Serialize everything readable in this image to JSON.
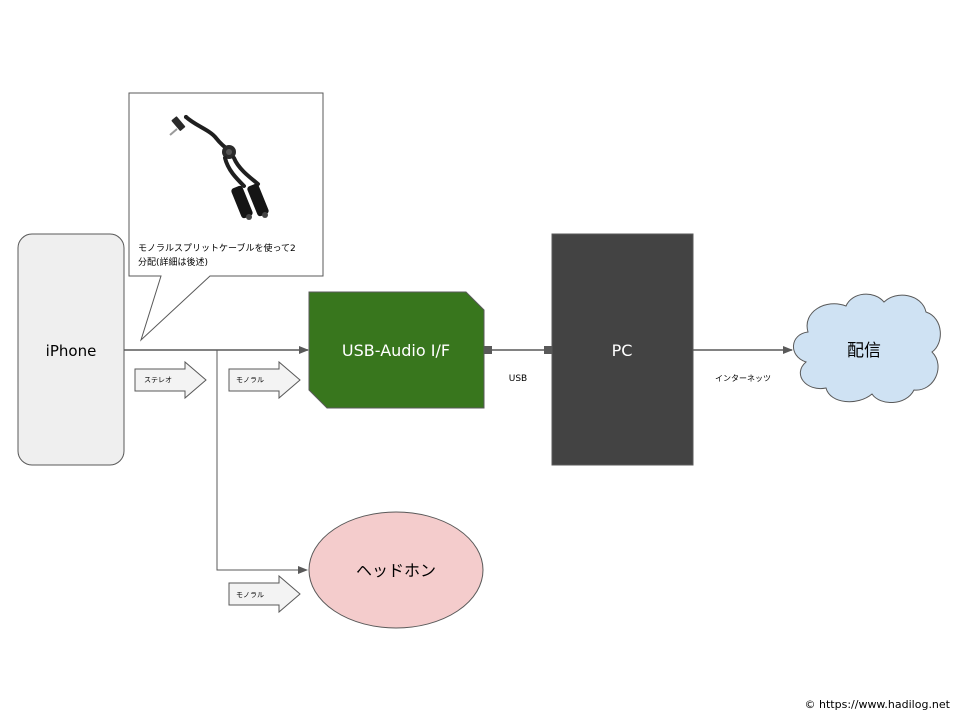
{
  "nodes": {
    "iphone": "iPhone",
    "usb_audio": "USB-Audio I/F",
    "pc": "PC",
    "stream": "配信",
    "headphones": "ヘッドホン"
  },
  "callout": {
    "line1": "モノラルスプリットケーブルを使って2",
    "line2": "分配(詳細は後述)",
    "image_alt": "splitter-cable"
  },
  "signal_labels": {
    "stereo": "ステレオ",
    "mono_top": "モノラル",
    "mono_bottom": "モノラル"
  },
  "connection_labels": {
    "usb": "USB",
    "internet": "インターネッツ"
  },
  "footer": {
    "copyright": "© https://www.hadilog.net"
  },
  "colors": {
    "iphone_fill": "#efefef",
    "usb_audio_fill": "#38761d",
    "pc_fill": "#434343",
    "stream_fill": "#cfe2f3",
    "headphones_fill": "#f4cccc",
    "arrow_fill": "#f3f3f3",
    "line": "#595959"
  }
}
